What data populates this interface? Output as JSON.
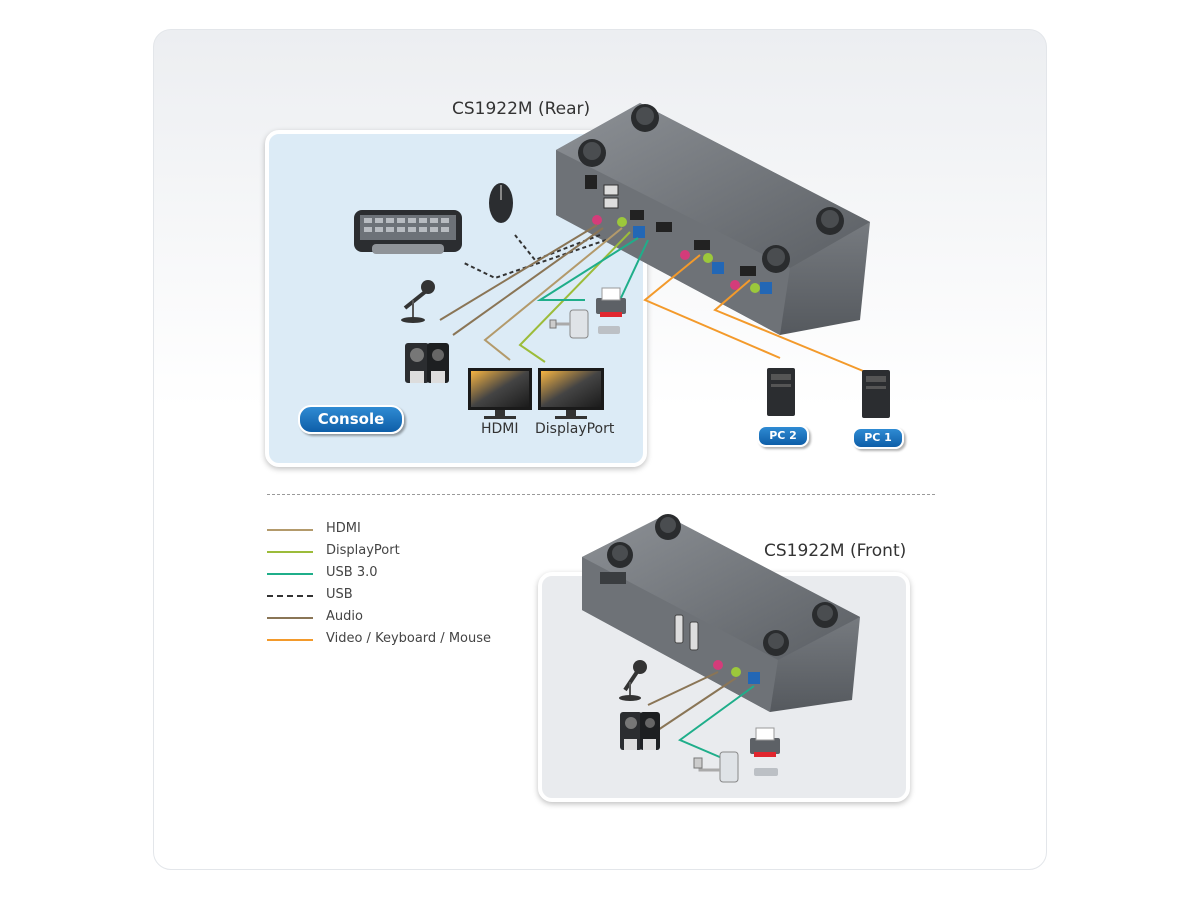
{
  "rear_title": "CS1922M (Rear)",
  "front_title": "CS1922M (Front)",
  "console_label": "Console",
  "monitors": {
    "hdmi_label": "HDMI",
    "displayport_label": "DisplayPort"
  },
  "pcs": {
    "pc1_label": "PC 1",
    "pc2_label": "PC 2"
  },
  "legend": [
    {
      "label": "HDMI",
      "color": "#b39a6b",
      "style": "solid"
    },
    {
      "label": "DisplayPort",
      "color": "#9cbc3a",
      "style": "solid"
    },
    {
      "label": "USB 3.0",
      "color": "#1fae8a",
      "style": "solid"
    },
    {
      "label": "USB",
      "color": "#333333",
      "style": "dashed"
    },
    {
      "label": "Audio",
      "color": "#8a7556",
      "style": "solid"
    },
    {
      "label": "Video / Keyboard / Mouse",
      "color": "#f39a2b",
      "style": "solid"
    }
  ],
  "icons": [
    "keyboard-icon",
    "mouse-icon",
    "microphone-icon",
    "speakers-icon",
    "printer-icon",
    "usb-hub-icon",
    "monitor-icon",
    "pc-tower-icon",
    "kvm-switch-icon"
  ]
}
